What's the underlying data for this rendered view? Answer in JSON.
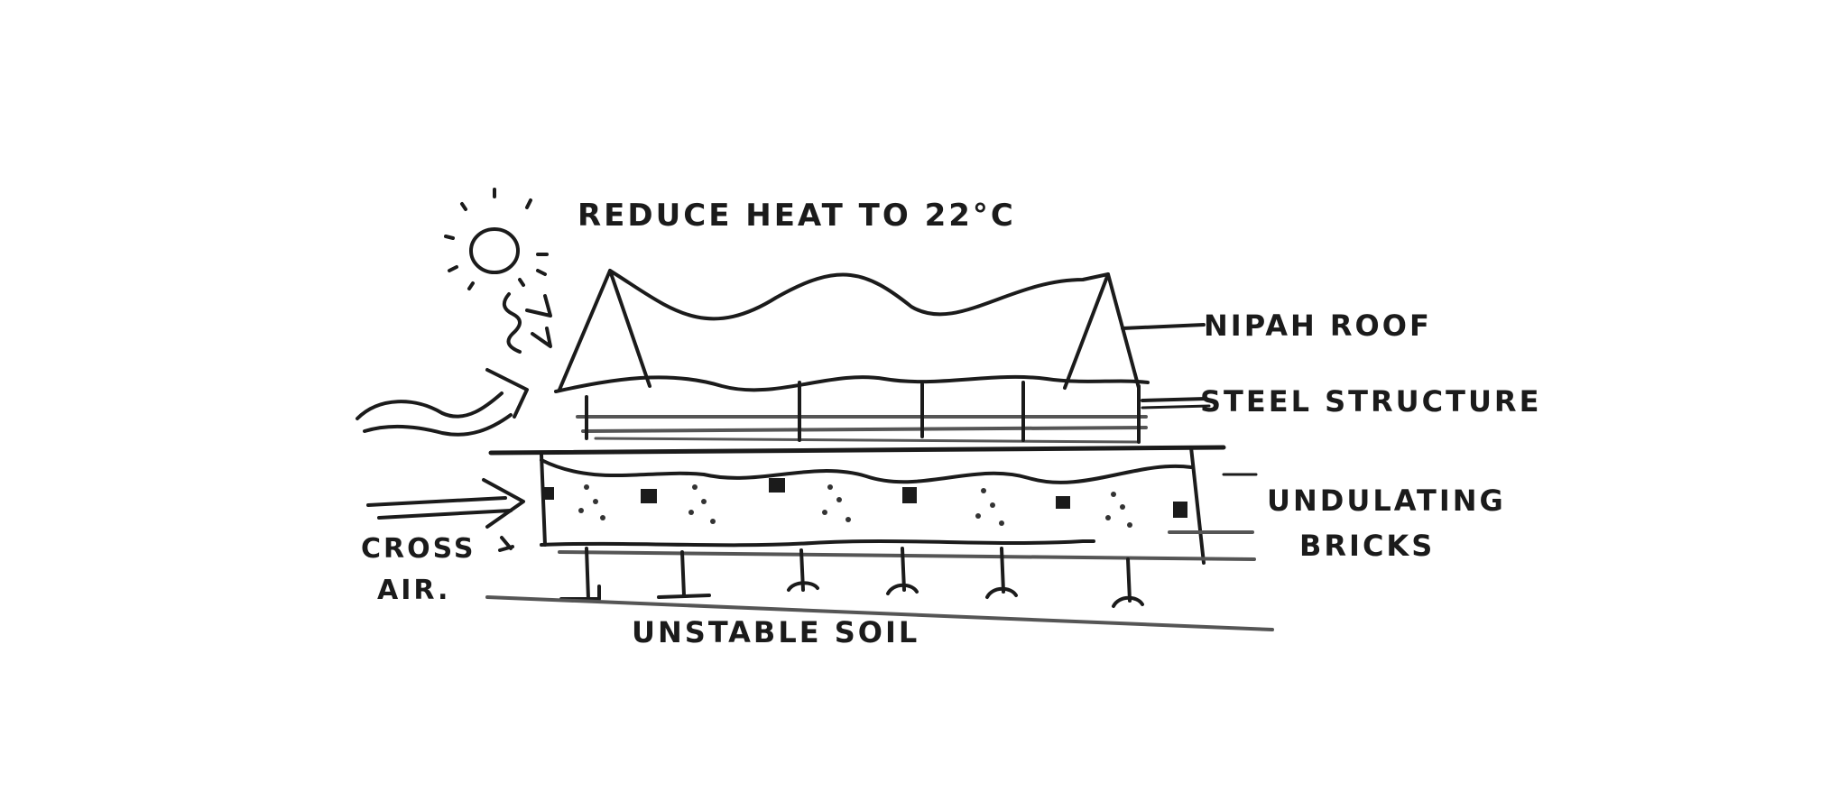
{
  "sketch": {
    "labels": {
      "top_note": "REDUCE HEAT TO 22°C",
      "roof": "NIPAH ROOF",
      "structure": "STEEL STRUCTURE",
      "bricks_line1": "UNDULATING",
      "bricks_line2": "BRICKS",
      "air_line1": "CROSS",
      "air_line2": "AIR.",
      "soil": "UNSTABLE SOIL"
    },
    "colors": {
      "ink": "#1b1b1b",
      "paper": "#ffffff"
    }
  }
}
